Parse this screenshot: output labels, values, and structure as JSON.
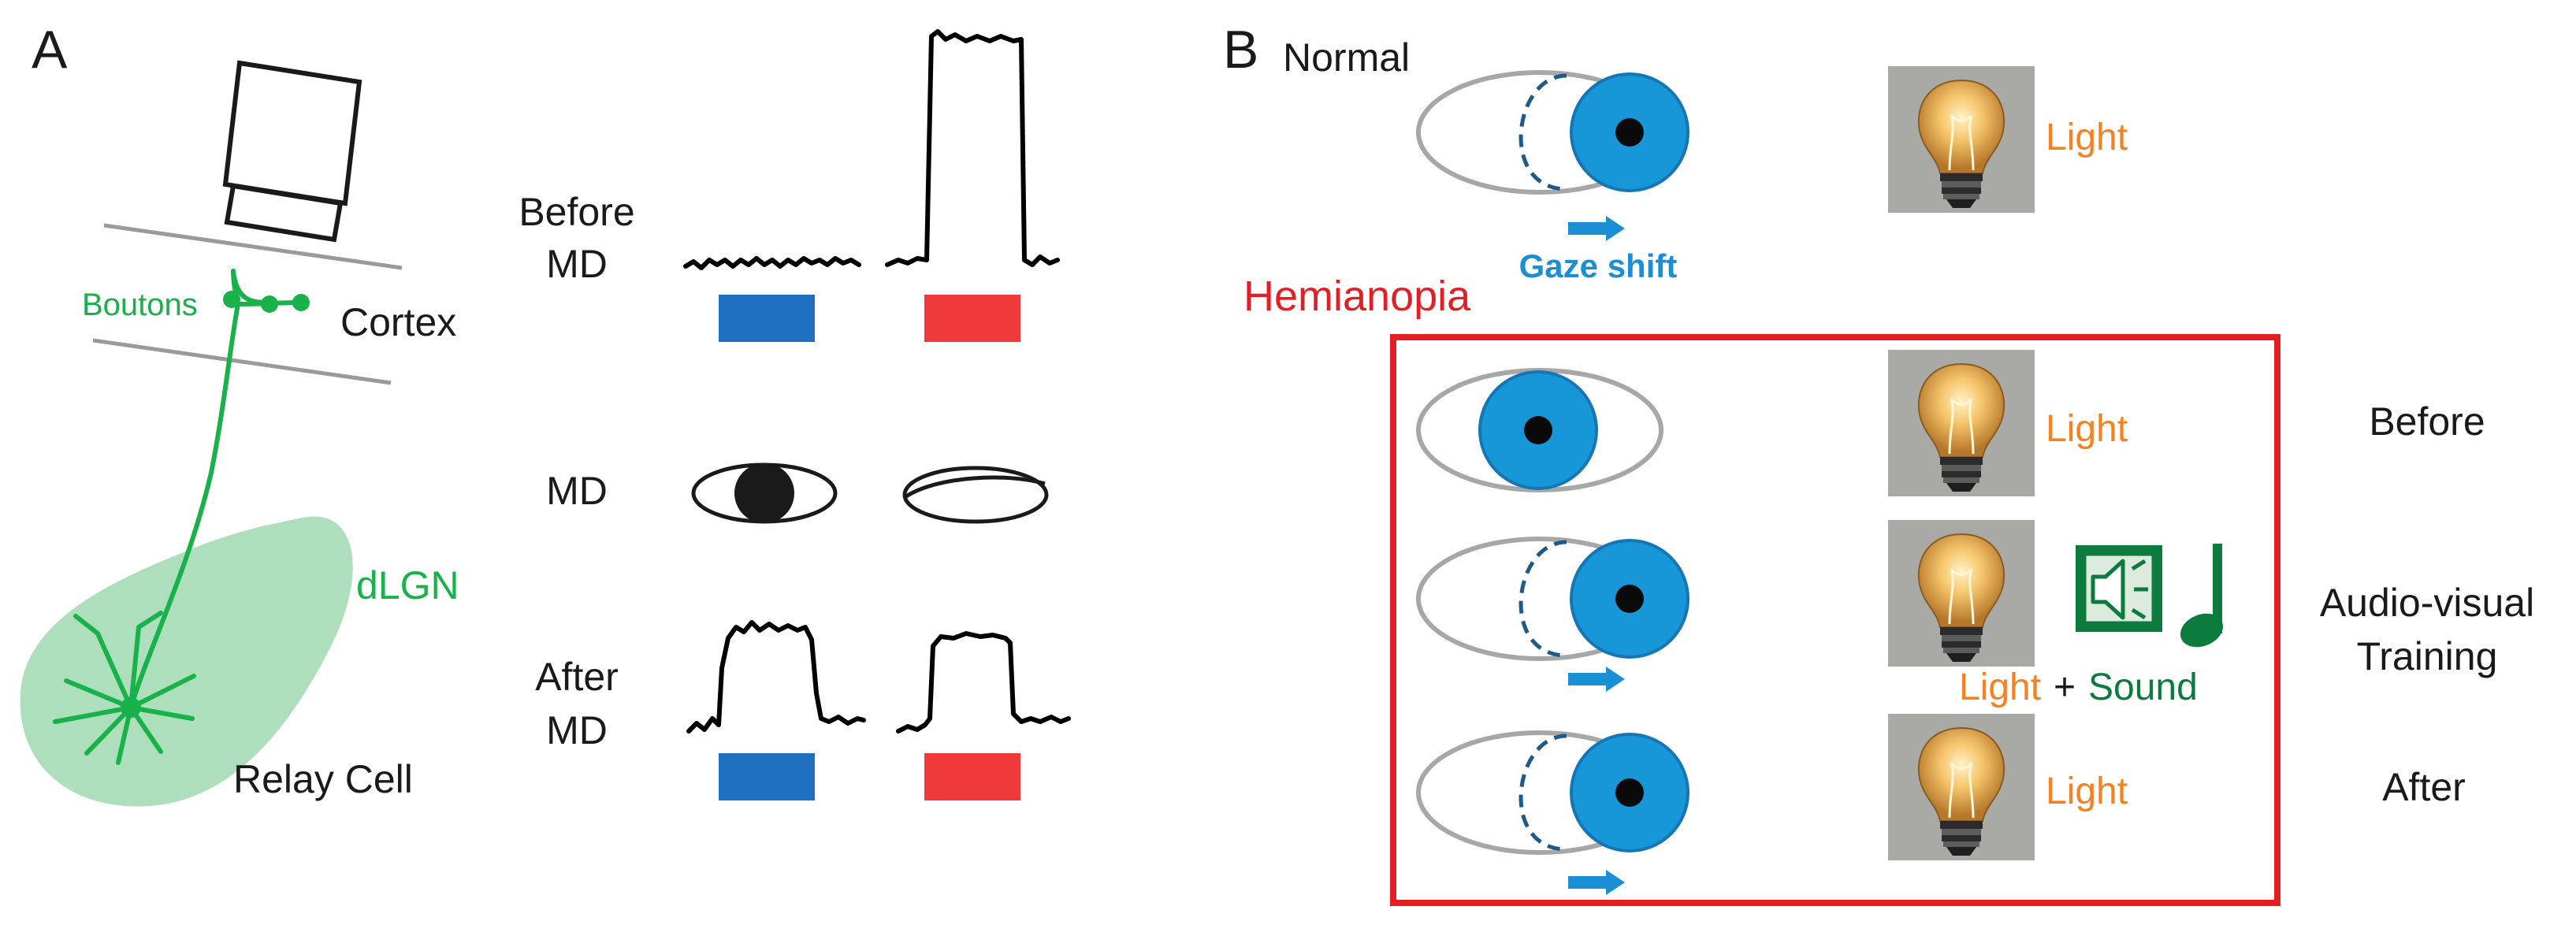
{
  "panel_a": {
    "letter": "A",
    "boutons_label": "Boutons",
    "cortex_label": "Cortex",
    "dlgn_label": "dLGN",
    "relay_cell_label": "Relay Cell",
    "before_md_line1": "Before",
    "before_md_line2": "MD",
    "md_label": "MD",
    "after_md_line1": "After",
    "after_md_line2": "MD",
    "colors": {
      "ipsi_bar": "#1f6fc0",
      "contra_bar": "#f0393a",
      "axon_green": "#18b14a",
      "dlgn_fill": "#9fd9b0"
    },
    "responses": {
      "before_md": {
        "blue_eye": "flat",
        "red_eye": "large"
      },
      "after_md": {
        "blue_eye": "increased",
        "red_eye": "reduced"
      }
    }
  },
  "panel_b": {
    "letter": "B",
    "normal_label": "Normal",
    "gaze_shift_label": "Gaze shift",
    "hemianopia_label": "Hemianopia",
    "normal_light_label": "Light",
    "rows": [
      {
        "light_label": "Light",
        "side_label_line1": "Before",
        "side_label_line2": ""
      },
      {
        "light_label": "Light",
        "plus_label": "+",
        "sound_label": "Sound",
        "side_label_line1": "Audio-visual",
        "side_label_line2": "Training"
      },
      {
        "light_label": "Light",
        "side_label_line1": "After",
        "side_label_line2": ""
      }
    ],
    "colors": {
      "frame_red": "#e31e24",
      "iris_blue": "#1797d8",
      "light_orange": "#f58220",
      "sound_green": "#0d7a3e"
    },
    "icons": [
      "bulb-icon",
      "speaker-icon",
      "music-note-icon",
      "arrow-right-icon"
    ]
  }
}
